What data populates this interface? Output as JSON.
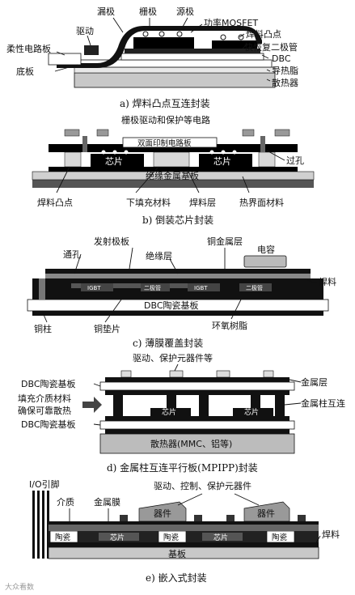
{
  "a": {
    "labels": {
      "drain": "漏极",
      "gate": "栅极",
      "source": "源极",
      "driver": "驱动",
      "power_mosfet": "功率MOSFET",
      "solder_bump": "焊料凸点",
      "flex_board": "柔性电路板",
      "fast_diode": "快恢复二极管",
      "dbc": "DBC",
      "baseplate": "底板",
      "thermal_grease": "导热脂",
      "heatsink": "散热器"
    },
    "caption": "a) 焊料凸点互连封装"
  },
  "b": {
    "labels": {
      "top": "栅极驱动和保护等电路",
      "pcb": "双面印制电路板",
      "chip1": "芯片",
      "chip2": "芯片",
      "via": "过孔",
      "substrate": "绝缘金属基板",
      "solder_bump": "焊料凸点",
      "underfill": "下填充材料",
      "solder_layer": "焊料层",
      "tim": "热界面材料"
    },
    "caption": "b) 倒装芯片封装"
  },
  "c": {
    "labels": {
      "emitter": "发射极板",
      "copper_layer": "铜金属层",
      "via": "通孔",
      "insulation": "绝缘层",
      "capacitor": "电容",
      "solder": "焊料",
      "igbt1": "IGBT",
      "diode1": "二极管",
      "igbt2": "IGBT",
      "diode2": "二极管",
      "dbc": "DBC陶瓷基板",
      "copper_pillar": "铜柱",
      "copper_shim": "铜垫片",
      "epoxy": "环氧树脂"
    },
    "caption": "c) 薄膜覆盖封装"
  },
  "d": {
    "labels": {
      "top": "驱动、保护元器件等",
      "dbc_top": "DBC陶瓷基板",
      "metal_layer": "金属层",
      "fill1": "填充介质材料",
      "fill2": "确保可靠散热",
      "pillar": "金属柱互连",
      "chip1": "芯片",
      "chip2": "芯片",
      "dbc_bottom": "DBC陶瓷基板",
      "heatsink": "散热器(MMC、铝等)"
    },
    "caption": "d) 金属柱互连平行板(MPIPP)封装"
  },
  "e": {
    "labels": {
      "top": "驱动、控制、保护元器件",
      "io": "I/O引脚",
      "dielectric": "介质",
      "metal_film": "金属膜",
      "device1": "器件",
      "device2": "器件",
      "ceramic1": "陶瓷",
      "chip1": "芯片",
      "ceramic2": "陶瓷",
      "chip2": "芯片",
      "ceramic3": "陶瓷",
      "solder": "焊料",
      "base": "基板"
    },
    "caption": "e) 嵌入式封装"
  },
  "watermark": "大众看数"
}
